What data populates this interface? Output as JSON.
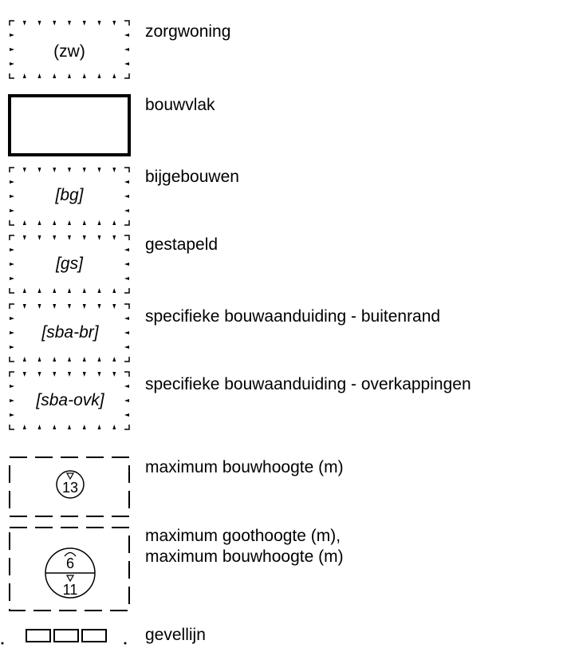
{
  "legend": [
    {
      "kind": "aanduiding",
      "symbol_text": "(zw)",
      "italic": false,
      "label": "zorgwoning"
    },
    {
      "kind": "bouwvlak",
      "label": "bouwvlak"
    },
    {
      "kind": "aanduiding",
      "symbol_text": "[bg]",
      "italic": true,
      "label": "bijgebouwen"
    },
    {
      "kind": "aanduiding",
      "symbol_text": "[gs]",
      "italic": true,
      "label": "gestapeld"
    },
    {
      "kind": "aanduiding",
      "symbol_text": "[sba-br]",
      "italic": true,
      "label": "specifieke bouwaanduiding - buitenrand"
    },
    {
      "kind": "aanduiding",
      "symbol_text": "[sba-ovk]",
      "italic": true,
      "label": "specifieke bouwaanduiding - overkappingen"
    },
    {
      "kind": "maatvoering1",
      "values": [
        "13"
      ],
      "label": "maximum bouwhoogte (m)"
    },
    {
      "kind": "maatvoering2",
      "values": [
        "6",
        "11"
      ],
      "label_lines": [
        "maximum goothoogte (m),",
        "maximum bouwhoogte (m)"
      ]
    },
    {
      "kind": "gevellijn",
      "label": "gevellijn"
    }
  ]
}
